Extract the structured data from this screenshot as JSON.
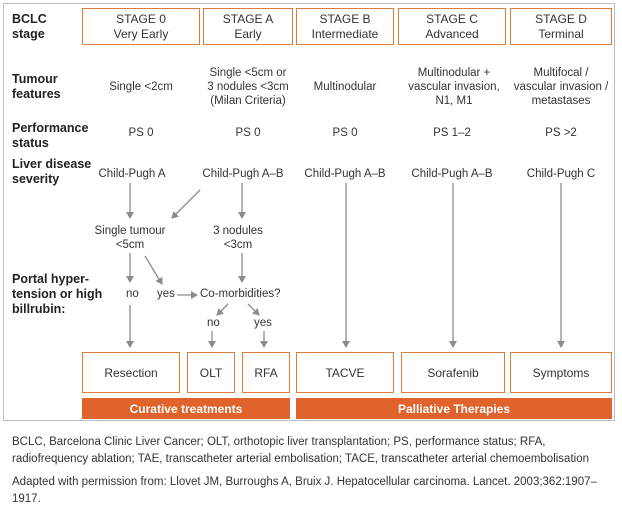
{
  "row_labels": {
    "stage": [
      "BCLC",
      "stage"
    ],
    "tumour": [
      "Tumour",
      "features"
    ],
    "performance": [
      "Performance",
      "status"
    ],
    "liver": [
      "Liver disease",
      "severity"
    ],
    "portal": [
      "Portal hyper-",
      "tension or high",
      "billrubin:"
    ]
  },
  "stages": [
    {
      "line1": "STAGE 0",
      "line2": "Very Early",
      "tumour": [
        "Single <2cm"
      ],
      "ps": "PS 0",
      "liver": "Child-Pugh A"
    },
    {
      "line1": "STAGE A",
      "line2": "Early",
      "tumour": [
        "Single <5cm or",
        "3 nodules <3cm",
        "(Milan Criteria)"
      ],
      "ps": "PS 0",
      "liver": "Child-Pugh A–B"
    },
    {
      "line1": "STAGE B",
      "line2": "Intermediate",
      "tumour": [
        "Multinodular"
      ],
      "ps": "PS 0",
      "liver": "Child-Pugh A–B"
    },
    {
      "line1": "STAGE C",
      "line2": "Advanced",
      "tumour": [
        "Multinodular +",
        "vascular invasion,",
        "N1, M1"
      ],
      "ps": "PS 1–2",
      "liver": "Child-Pugh A–B"
    },
    {
      "line1": "STAGE D",
      "line2": "Terminal",
      "tumour": [
        "Multifocal /",
        "vascular invasion /",
        "metastases"
      ],
      "ps": "PS >2",
      "liver": "Child-Pugh C"
    }
  ],
  "decisions": {
    "single_tumour": [
      "Single tumour",
      "<5cm"
    ],
    "three_nodules": [
      "3 nodules",
      "<3cm"
    ],
    "no_1": "no",
    "yes_1": "yes",
    "comorbidities": "Co-morbidities?",
    "no_2": "no",
    "yes_2": "yes"
  },
  "treatments": {
    "resection": "Resection",
    "olt": "OLT",
    "rfa": "RFA",
    "tacve": "TACVE",
    "sorafenib": "Sorafenib",
    "symptoms": "Symptoms"
  },
  "bands": {
    "curative": "Curative treatments",
    "palliative": "Palliative Therapies"
  },
  "footnotes": {
    "abbreviations": "BCLC, Barcelona Clinic Liver Cancer; OLT, orthotopic liver transplantation; PS, performance status; RFA, radiofrequency ablation; TAE, transcatheter arterial embolisation; TACE, transcatheter arterial chemoembolisation",
    "source": "Adapted with permission from:  Llovet JM, Burroughs A, Bruix J. Hepatocellular carcinoma. Lancet. 2003;362:1907–1917."
  },
  "colors": {
    "accent": "#e0632b",
    "box_border": "#e07b39",
    "arrow": "#8c8c8c",
    "text": "#333333"
  }
}
